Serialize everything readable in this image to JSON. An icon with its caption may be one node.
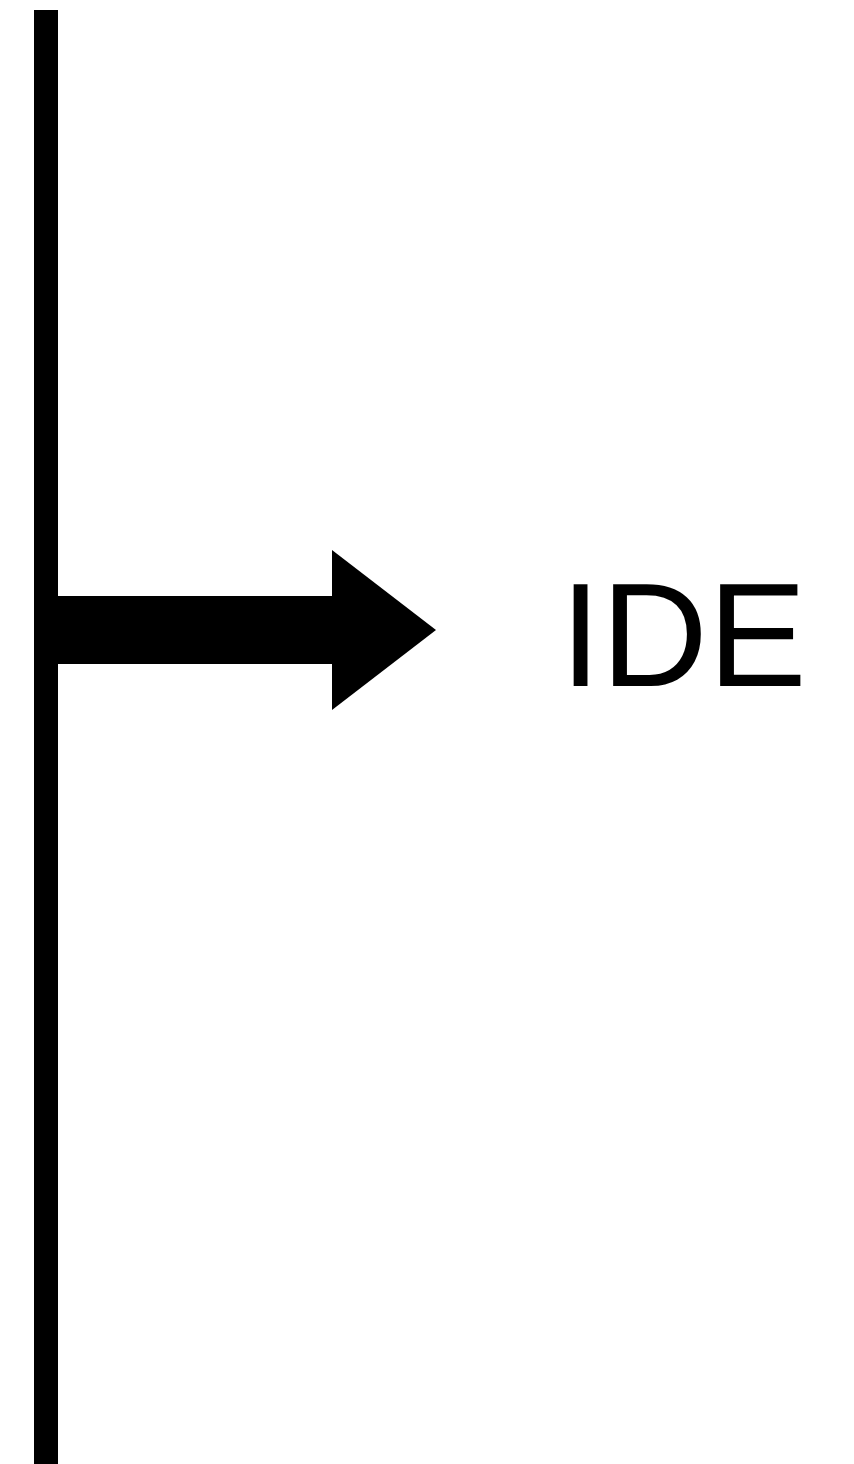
{
  "diagram": {
    "nodes": [
      {
        "text": [],
        "shape": "bar"
      },
      {
        "text": [
          "IDE"
        ]
      }
    ],
    "edges": [
      {
        "from": 0,
        "to": 1,
        "arrow": "to"
      }
    ]
  }
}
